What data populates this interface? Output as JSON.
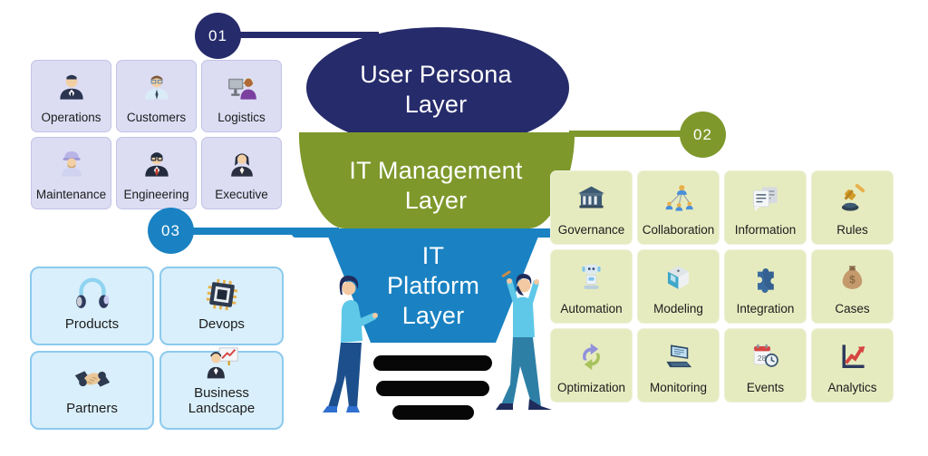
{
  "diagram": {
    "bulb": {
      "layers": [
        {
          "id": "user-persona-layer",
          "lines": [
            "User Persona",
            "Layer"
          ],
          "color": "#262b6b"
        },
        {
          "id": "it-management-layer",
          "lines": [
            "IT Management",
            "Layer"
          ],
          "color": "#7e982b"
        },
        {
          "id": "it-platform-layer",
          "lines": [
            "IT",
            "Platform",
            "Layer"
          ],
          "color": "#1a82c2"
        }
      ]
    },
    "badges": [
      {
        "number": "01",
        "color": "#262b6b"
      },
      {
        "number": "02",
        "color": "#7e982b"
      },
      {
        "number": "03",
        "color": "#1a82c2"
      }
    ],
    "groups": {
      "personas": {
        "badge": "01",
        "card_bg": "#dcddf3",
        "cards": [
          {
            "label": "Operations",
            "icon": "businessman"
          },
          {
            "label": "Customers",
            "icon": "customer-person"
          },
          {
            "label": "Logistics",
            "icon": "support-agent"
          },
          {
            "label": "Maintenance",
            "icon": "worker"
          },
          {
            "label": "Engineering",
            "icon": "engineer"
          },
          {
            "label": "Executive",
            "icon": "executive-woman"
          }
        ]
      },
      "management": {
        "badge": "02",
        "card_bg": "#e6ebbf",
        "cards": [
          {
            "label": "Governance",
            "icon": "bank"
          },
          {
            "label": "Collaboration",
            "icon": "org-chart"
          },
          {
            "label": "Information",
            "icon": "documents"
          },
          {
            "label": "Rules",
            "icon": "gavel"
          },
          {
            "label": "Automation",
            "icon": "robot"
          },
          {
            "label": "Modeling",
            "icon": "cube"
          },
          {
            "label": "Integration",
            "icon": "puzzle-piece"
          },
          {
            "label": "Cases",
            "icon": "money-bag"
          },
          {
            "label": "Optimization",
            "icon": "cycle-arrows"
          },
          {
            "label": "Monitoring",
            "icon": "laptop"
          },
          {
            "label": "Events",
            "icon": "calendar-clock"
          },
          {
            "label": "Analytics",
            "icon": "chart-arrow"
          }
        ]
      },
      "platform": {
        "badge": "03",
        "card_bg": "#d9effb",
        "cards": [
          {
            "label": "Products",
            "icon": "headphones"
          },
          {
            "label": "Devops",
            "icon": "microchip"
          },
          {
            "label": "Partners",
            "icon": "handshake"
          },
          {
            "label": "Business Landscape",
            "icon": "presentation-person"
          }
        ]
      }
    }
  }
}
